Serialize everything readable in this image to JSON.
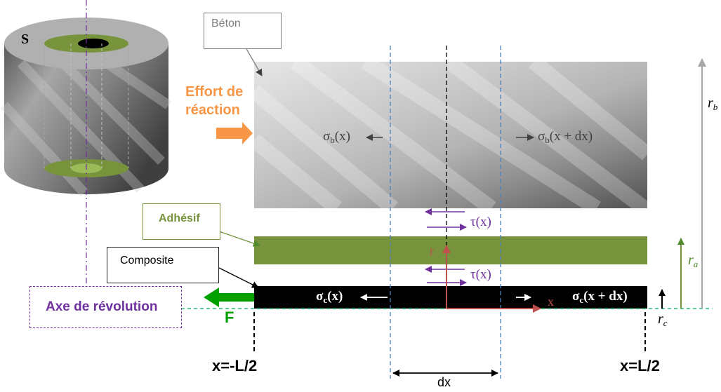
{
  "labels": {
    "beton": "Béton",
    "adhesif": "Adhésif",
    "composite": "Composite",
    "axe": "Axe de révolution",
    "effort_line1": "Effort de",
    "effort_line2": "réaction",
    "F": "F",
    "S": "S",
    "x_left": "x=-L/2",
    "x_right": "x=L/2",
    "dx": "dx",
    "r": "r",
    "x_axis": "x"
  },
  "stresses": {
    "sigma": "σ",
    "b": "b",
    "c": "c",
    "arg_x": "(x)",
    "arg_x_dx": "(x + dx)",
    "tau": "τ(x)"
  },
  "radii": {
    "r": "r",
    "b": "b",
    "a": "a",
    "c": "c"
  },
  "colors": {
    "concrete_light": "#d9d9d9",
    "concrete_dark": "#595959",
    "adhesive": "#77933c",
    "composite": "#000000",
    "orange": "#f79646",
    "green_force": "#00a000",
    "purple": "#7030a0",
    "red_axes": "#c0504d",
    "dashed_blue": "#4f81bd"
  }
}
